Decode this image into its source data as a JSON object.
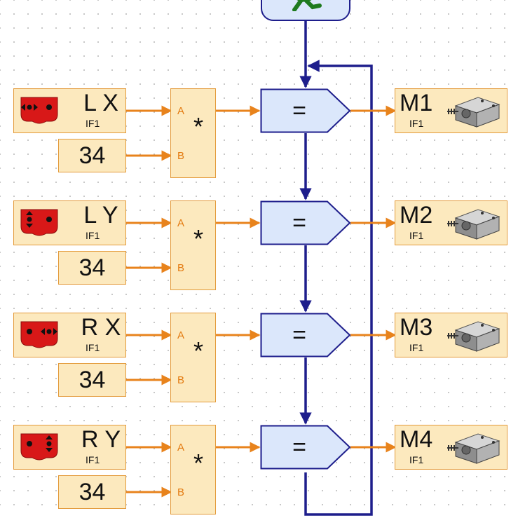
{
  "rows": [
    {
      "input": {
        "name": "L X",
        "sub": "IF1",
        "icon": "joystick-left-horizontal-icon"
      },
      "constant": "34",
      "op": {
        "a": "A",
        "b": "B",
        "symbol": "*"
      },
      "compare": "=",
      "motor": {
        "name": "M1",
        "sub": "IF1",
        "icon": "motor-icon"
      }
    },
    {
      "input": {
        "name": "L Y",
        "sub": "IF1",
        "icon": "joystick-left-vertical-icon"
      },
      "constant": "34",
      "op": {
        "a": "A",
        "b": "B",
        "symbol": "*"
      },
      "compare": "=",
      "motor": {
        "name": "M2",
        "sub": "IF1",
        "icon": "motor-icon"
      }
    },
    {
      "input": {
        "name": "R X",
        "sub": "IF1",
        "icon": "joystick-right-horizontal-icon"
      },
      "constant": "34",
      "op": {
        "a": "A",
        "b": "B",
        "symbol": "*"
      },
      "compare": "=",
      "motor": {
        "name": "M3",
        "sub": "IF1",
        "icon": "motor-icon"
      }
    },
    {
      "input": {
        "name": "R Y",
        "sub": "IF1",
        "icon": "joystick-right-vertical-icon"
      },
      "constant": "34",
      "op": {
        "a": "A",
        "b": "B",
        "symbol": "*"
      },
      "compare": "=",
      "motor": {
        "name": "M4",
        "sub": "IF1",
        "icon": "motor-icon"
      }
    }
  ],
  "start_icon": "running-man-icon",
  "colors": {
    "data_wire": "#e8831c",
    "flow_wire": "#1e1e8c",
    "box_fill": "#fce9be",
    "box_border": "#e39a3a",
    "compare_fill": "#dbe7fb",
    "joystick_red": "#d81818"
  }
}
